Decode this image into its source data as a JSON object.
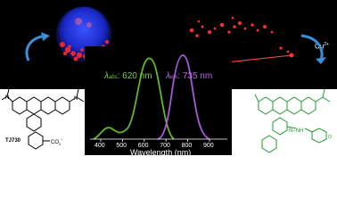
{
  "cu_label": {
    "base": "Cu",
    "charge": "2+"
  },
  "spectrum": {
    "lambda_abs_symbol": "λ",
    "lambda_abs_sub": "abs",
    "lambda_abs_value": ": 620 nm",
    "lambda_em_symbol": "λ",
    "lambda_em_sub": "em",
    "lambda_em_value": ": 735 nm",
    "x_ticks": [
      "400",
      "500",
      "600",
      "700",
      "800",
      "900"
    ],
    "x_label": "Wavelength (nm)",
    "abs_color": "#5fb82b",
    "em_color": "#a957db"
  },
  "probe_label": "TJ730",
  "molecule_labels": {
    "carboxylate": "CO",
    "carboxylate_sub": "2",
    "carboxylate_charge": "−",
    "linker": "N–NH",
    "ring_o": "O"
  },
  "icons": {
    "cell_image": "fluorescence-cell-icon",
    "cu_image": "copper-response-icon",
    "arrow_left": "curved-arrow-icon",
    "arrow_right": "curved-arrow-icon"
  }
}
